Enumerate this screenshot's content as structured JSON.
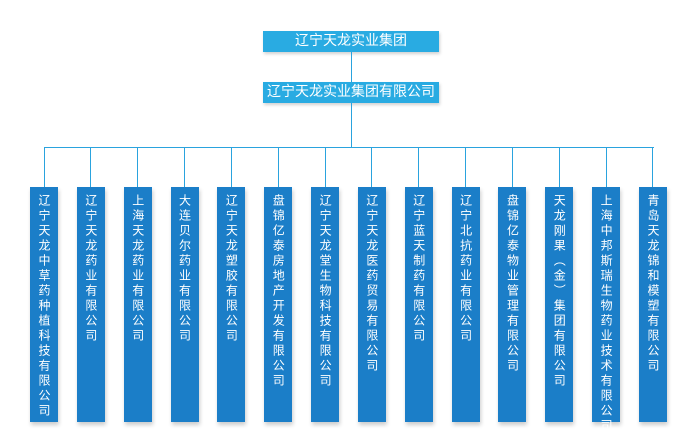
{
  "org": {
    "root": "辽宁天龙实业集团",
    "parent_company": "辽宁天龙实业集团有限公司",
    "subsidiaries": [
      "辽宁天龙中草药种植科技有限公司",
      "辽宁天龙药业有限公司",
      "上海天龙药业有限公司",
      "大连贝尔药业有限公司",
      "辽宁天龙塑胶有限公司",
      "盘锦亿泰房地产开发有限公司",
      "辽宁天龙堂生物科技有限公司",
      "辽宁天龙医药贸易有限公司",
      "辽宁蓝天制药有限公司",
      "辽宁北抗药业有限公司",
      "盘锦亿泰物业管理有限公司",
      "天龙刚果（金）集团有限公司",
      "上海中邦斯瑞生物药业技术有限公司",
      "青岛天龙锦和模塑有限公司"
    ]
  },
  "colors": {
    "header_blue": "#29abe2",
    "subsidiary_blue": "#1b7ec8",
    "connector_blue": "#2aa3de",
    "text_white": "#ffffff"
  }
}
